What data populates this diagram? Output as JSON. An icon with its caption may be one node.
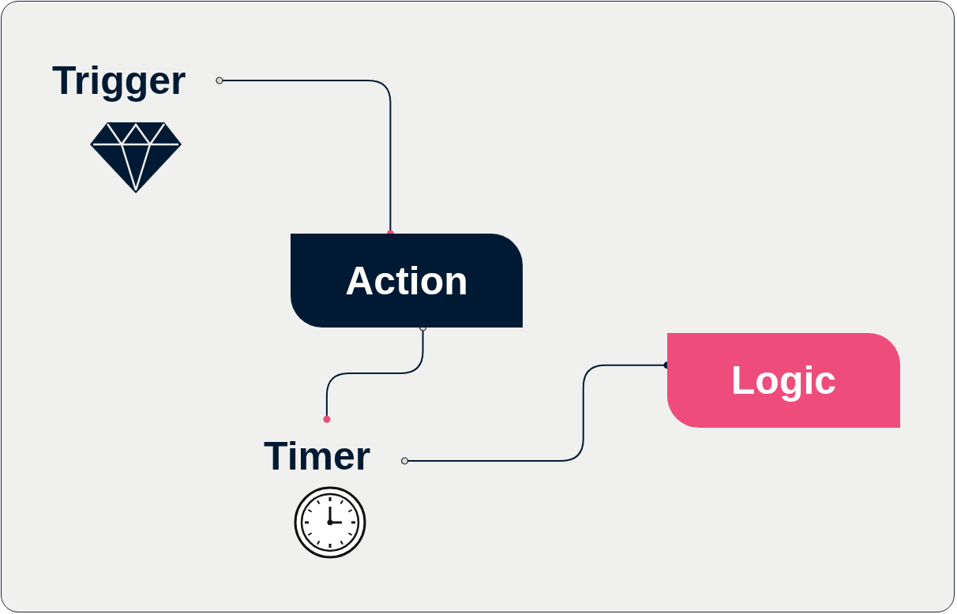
{
  "diagram": {
    "nodes": [
      {
        "text": [
          "Trigger"
        ]
      },
      {
        "text": [
          "Action"
        ]
      },
      {
        "text": [
          "Timer"
        ]
      },
      {
        "text": [
          "Logic"
        ]
      }
    ],
    "edges": [
      {
        "from": 0,
        "to": 1,
        "arrow": "other"
      },
      {
        "from": 1,
        "to": 2,
        "arrow": "other"
      },
      {
        "from": 2,
        "to": 3,
        "arrow": "other"
      }
    ]
  }
}
